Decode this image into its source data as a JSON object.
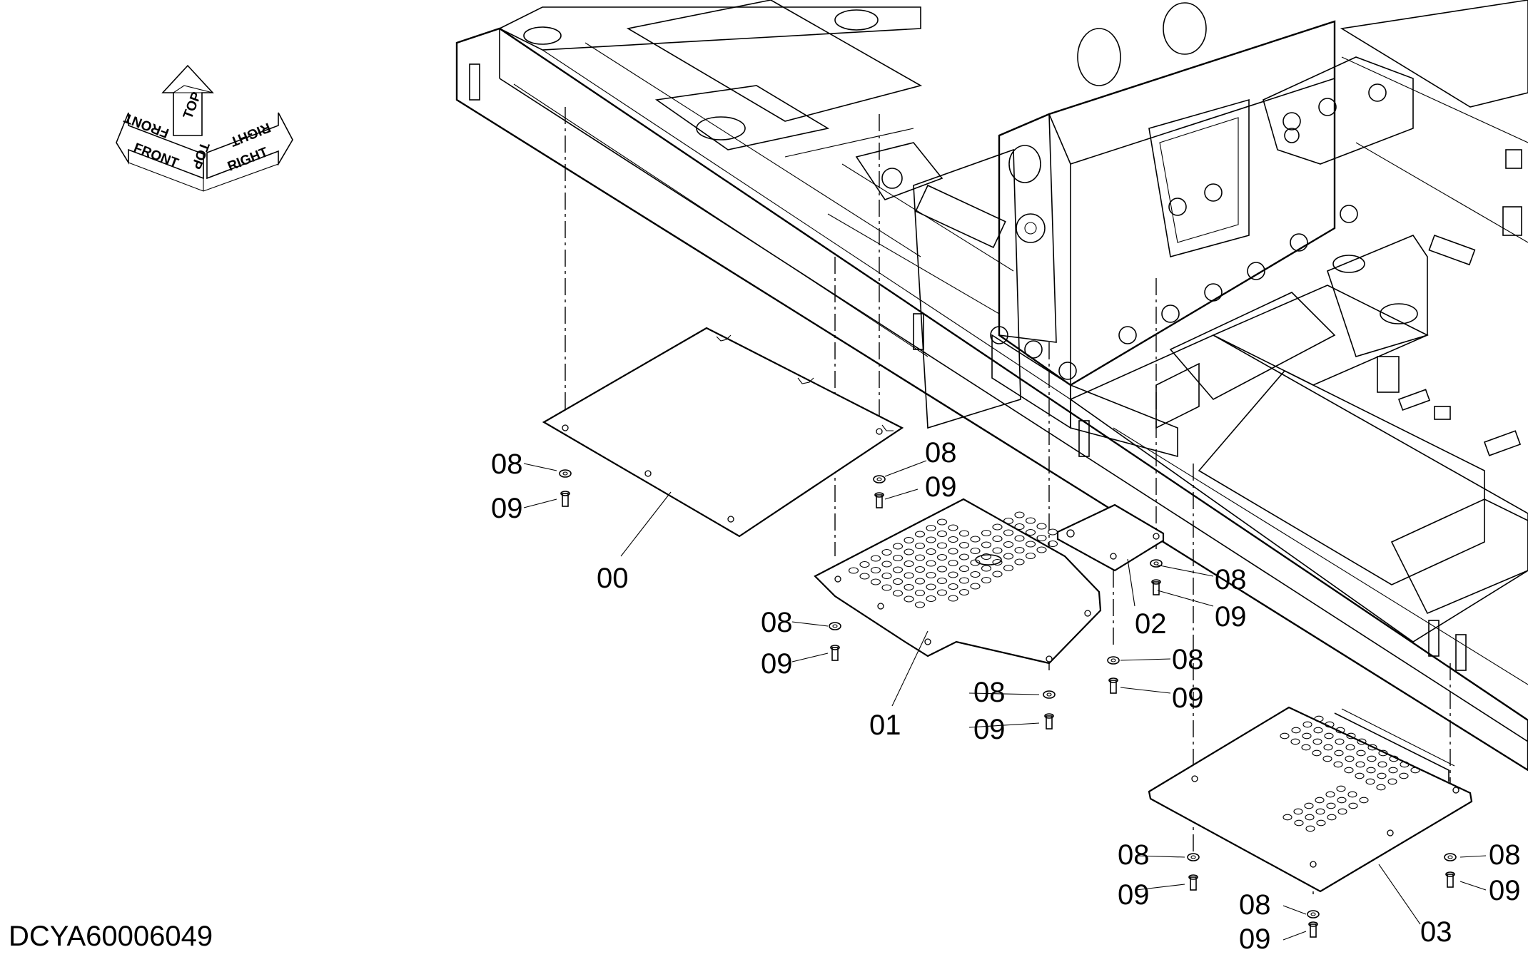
{
  "drawing": {
    "code": "DCYA60006049"
  },
  "orientation": {
    "front": "FRONT",
    "top": "TOP",
    "right": "RIGHT"
  },
  "callouts": {
    "c00": "00",
    "c01": "01",
    "c02": "02",
    "c03": "03",
    "c08": "08",
    "c09": "09"
  }
}
